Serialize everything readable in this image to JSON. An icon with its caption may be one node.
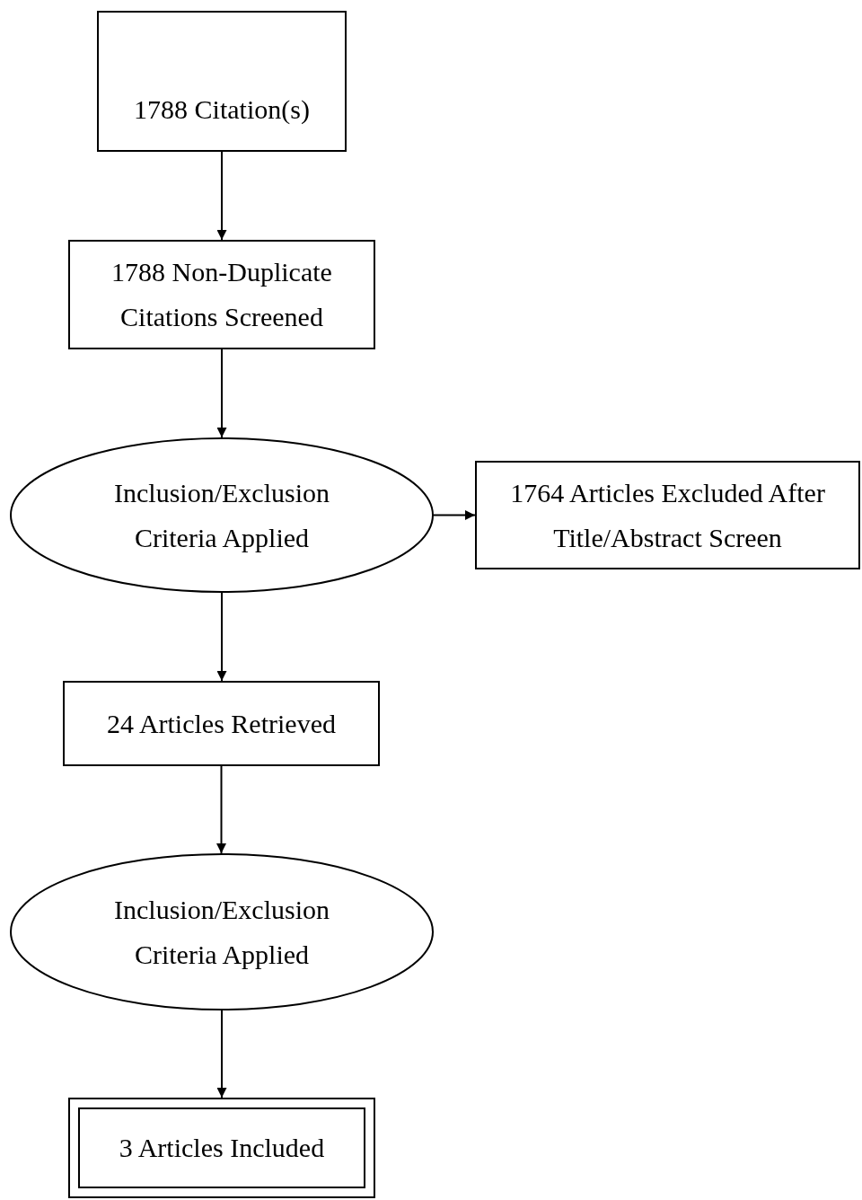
{
  "diagram": {
    "nodes": [
      {
        "text": [
          "1788 Citation(s)"
        ]
      },
      {
        "text": [
          "1788 Non-Duplicate Citations Screened"
        ]
      },
      {
        "text": [
          "Inclusion/Exclusion Criteria Applied"
        ]
      },
      {
        "text": [
          "1764 Articles Excluded After Title/Abstract Screen"
        ]
      },
      {
        "text": [
          "24 Articles Retrieved"
        ]
      },
      {
        "text": [
          "Inclusion/Exclusion Criteria Applied"
        ]
      },
      {
        "text": [
          "3 Articles Included"
        ]
      }
    ],
    "edges": [
      {
        "from": 0,
        "to": 1,
        "arrow": "to"
      },
      {
        "from": 1,
        "to": 2,
        "arrow": "to"
      },
      {
        "from": 2,
        "to": 3,
        "arrow": "to"
      },
      {
        "from": 2,
        "to": 4,
        "arrow": "to"
      },
      {
        "from": 4,
        "to": 5,
        "arrow": "to"
      },
      {
        "from": 5,
        "to": 6,
        "arrow": "to"
      }
    ]
  }
}
